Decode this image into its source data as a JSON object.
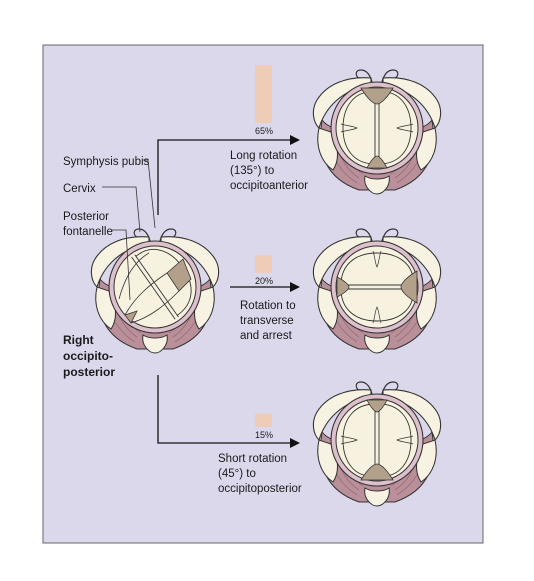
{
  "colors": {
    "panel": "#dcd8ec",
    "panel_border": "#666666",
    "bone": "#f7f2e2",
    "bone_stroke": "#333333",
    "muscle": "#b98f99",
    "ring": "#dcc1cd",
    "skull": "#f7f2e0",
    "fontanelle": "#b3a08a",
    "bar": "#efccb8"
  },
  "start": {
    "label_lines": [
      "Right",
      "occipito-",
      "posterior"
    ]
  },
  "labels": {
    "symphysis": "Symphysis pubis",
    "cervix": "Cervix",
    "posterior_fontanelle_lines": [
      "Posterior",
      "fontanelle"
    ]
  },
  "outcomes": [
    {
      "percent": "65%",
      "percent_value": 65,
      "caption_lines": [
        "Long rotation",
        "(135°) to",
        "occipitoanterior"
      ],
      "head_icon": "occipitoanterior-head-icon"
    },
    {
      "percent": "20%",
      "percent_value": 20,
      "caption_lines": [
        "Rotation to",
        "transverse",
        "and arrest"
      ],
      "head_icon": "transverse-head-icon"
    },
    {
      "percent": "15%",
      "percent_value": 15,
      "caption_lines": [
        "Short rotation",
        "(45°) to",
        "occipitoposterior"
      ],
      "head_icon": "occipitoposterior-head-icon"
    }
  ]
}
